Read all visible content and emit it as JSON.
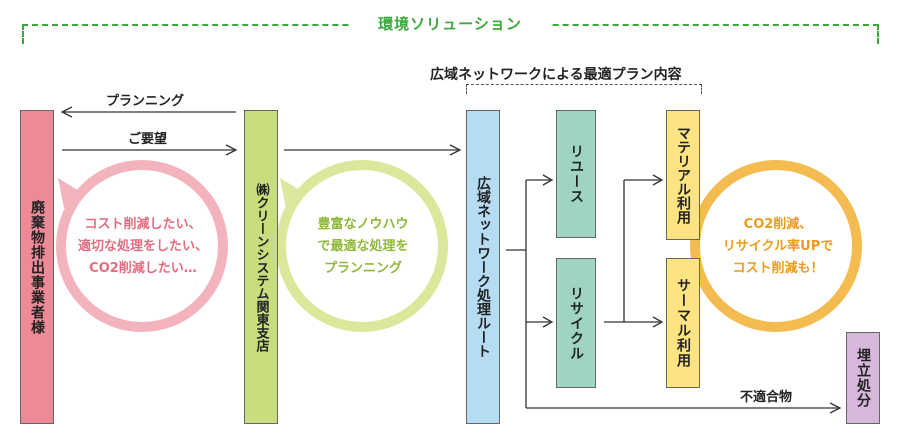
{
  "header": {
    "title": "環境ソリューション",
    "route_heading": "広域ネットワークによる最適プラン内容"
  },
  "nodes": {
    "discharger": "廃棄物排出事業者様",
    "branch": "㈱クリーンシステム関東支店",
    "route": "広域ネットワーク処理ルート",
    "reuse": "リユース",
    "recycle": "リサイクル",
    "material": "マテリアル利用",
    "thermal": "サーマル利用",
    "landfill": "埋立処分"
  },
  "arrows": {
    "planning": "プランニング",
    "request": "ご要望",
    "unsuitable": "不適合物"
  },
  "bubbles": {
    "left": [
      "コスト削減したい、",
      "適切な処理をしたい、",
      "CO2削減したい…"
    ],
    "middle": [
      "豊富なノウハウ",
      "で最適な処理を",
      "プランニング"
    ],
    "right": [
      "CO2削減、",
      "リサイクル率UPで",
      "コスト削減も！"
    ]
  },
  "colors": {
    "green": "#3aa83a",
    "pink": "#ee8a98",
    "lime": "#c7dd7e",
    "blue": "#b6dcf3",
    "teal": "#9fd3c2",
    "yellow": "#fde480",
    "orange": "#f4bb50",
    "purple": "#d7b7dc"
  }
}
